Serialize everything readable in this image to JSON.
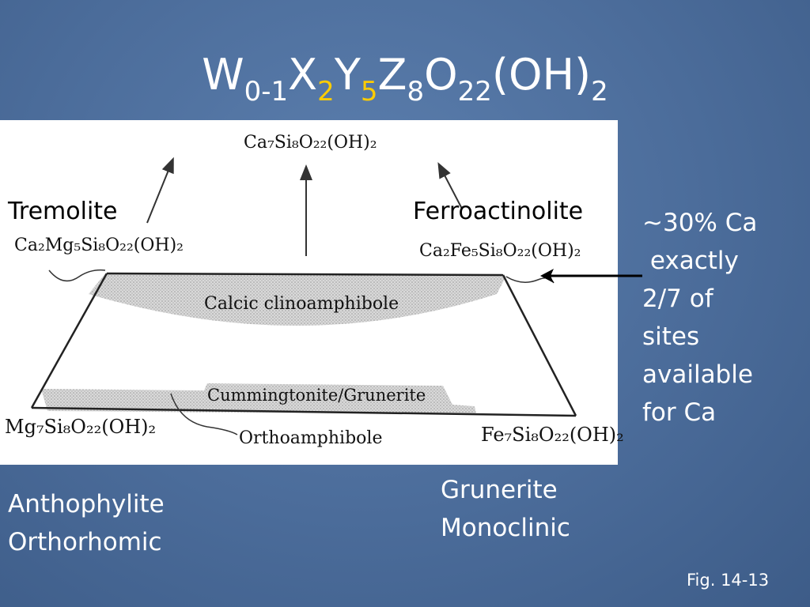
{
  "title": {
    "base_w": "W",
    "sub_w": "0-1",
    "base_x": "X",
    "sub_x": "2",
    "base_y": "Y",
    "sub_y": "5",
    "base_z": "Z",
    "sub_z": "8",
    "base_o": "O",
    "sub_o": "22",
    "base_oh": "(OH)",
    "sub_oh": "2"
  },
  "figure": {
    "top_formula": "Ca₇Si₈O₂₂(OH)₂",
    "left_top_formula": "Ca₂Mg₅Si₈O₂₂(OH)₂",
    "right_top_formula": "Ca₂Fe₅Si₈O₂₂(OH)₂",
    "left_bottom_formula": "Mg₇Si₈O₂₂(OH)₂",
    "right_bottom_formula": "Fe₇Si₈O₂₂(OH)₂",
    "calcic_label": "Calcic clinoamphibole",
    "cummingtonite_label": "Cummingtonite/Grunerite",
    "orthoamphibole_label": "Orthoamphibole",
    "tremolite": "Tremolite",
    "ferroactinolite": "Ferroactinolite"
  },
  "side_note": {
    "line1": "~30%  Ca",
    "line2": " exactly",
    "line3": "2/7 of",
    "line4": "sites",
    "line5": "available",
    "line6": "for Ca"
  },
  "bottom": {
    "anthophylite": "Anthophylite",
    "orthorhomic": "Orthorhomic",
    "grunerite": "Grunerite",
    "monoclinic": "Monoclinic"
  },
  "fig_ref": "Fig. 14-13",
  "colors": {
    "background": "#4b6c9a",
    "highlight": "#ffcc00",
    "figure_bg": "#ffffff",
    "shade": "#c8c8c8"
  }
}
